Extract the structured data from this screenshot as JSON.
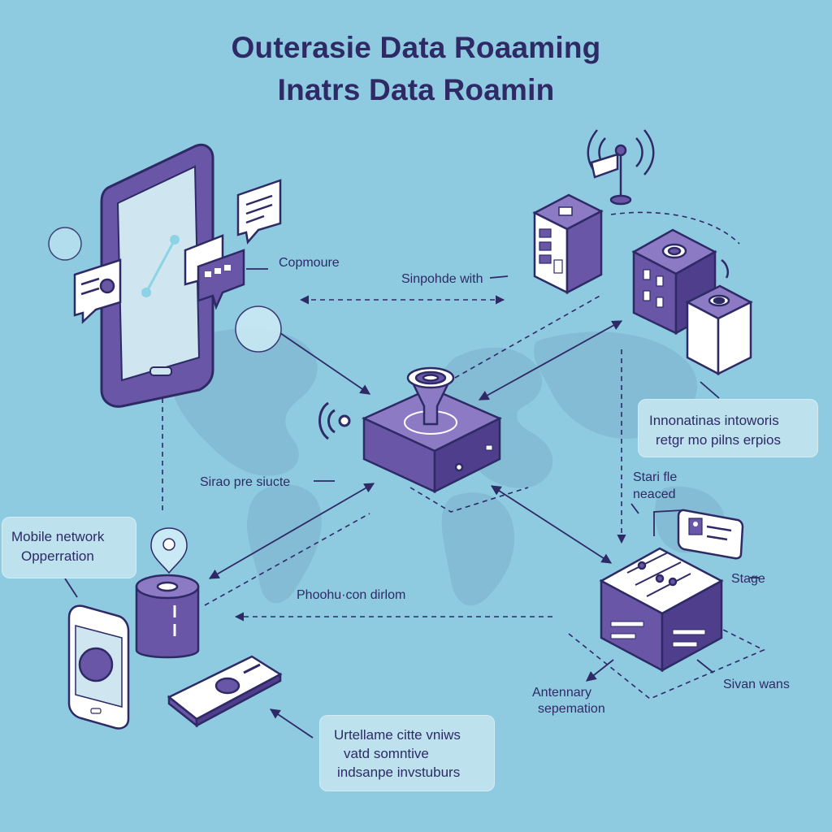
{
  "title": {
    "line1": "Outerasie Data Roaaming",
    "line2": "Inatrs Data Roamin"
  },
  "labels": {
    "copmoure": "Copmoure",
    "sinpohde": "Sinpohde with",
    "sirao": "Sirao pre siucte",
    "phoohu": "Phoohu·con dirlom",
    "stari_line1": "Stari fle",
    "stari_line2": "neaced",
    "stage": "Stage",
    "antennary_line1": "Antennary",
    "antennary_line2": "sepemation",
    "sivanwans": "Sivan wans"
  },
  "boxes": {
    "mobile_network": [
      "Mobile network",
      "Opperration"
    ],
    "innovations": [
      "Innonatinas intoworis",
      "retgr mo pilns erpios"
    ],
    "urtellame": [
      "Urtellame citte vniws",
      "vatd  somntive",
      "indsanpe invstuburs"
    ]
  },
  "colors": {
    "background": "#8fcbe0",
    "device_purple": "#6a56a6",
    "device_dark": "#3f2f7a",
    "outline": "#2e2a66",
    "map_land": "#7fb7cf",
    "label_box": "#bde2ee"
  },
  "icons": [
    "smartphone-icon",
    "chat-bubble-icon",
    "antenna-tower-icon",
    "server-cabinet-icon",
    "data-center-icon",
    "central-router-icon",
    "wifi-signal-icon",
    "cylinder-server-icon",
    "tablet-icon",
    "smart-card-icon",
    "id-card-icon",
    "switch-panel-icon",
    "location-pin-icon"
  ]
}
